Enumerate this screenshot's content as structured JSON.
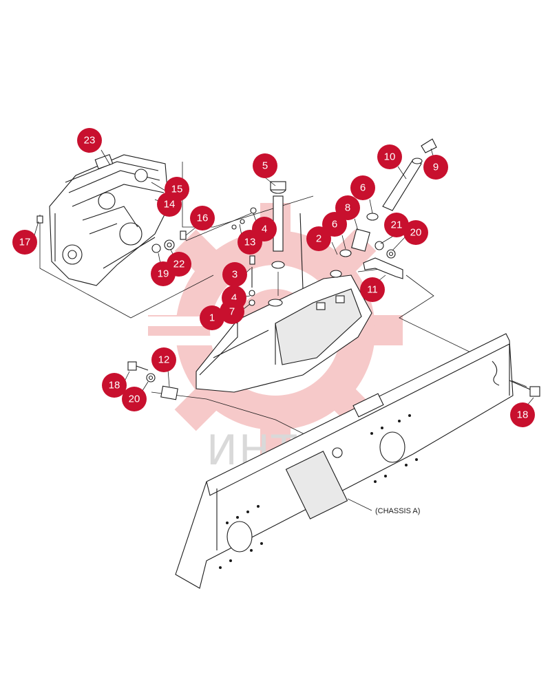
{
  "watermark": {
    "text": "ИНТЕХ",
    "gear_color": "#f6c9c9"
  },
  "chassis_label": "(CHASSIS A)",
  "callout_color": "#c8102e",
  "callouts": [
    {
      "id": "c23",
      "label": "23"
    },
    {
      "id": "c15",
      "label": "15"
    },
    {
      "id": "c14",
      "label": "14"
    },
    {
      "id": "c17",
      "label": "17"
    },
    {
      "id": "c16",
      "label": "16"
    },
    {
      "id": "c19",
      "label": "19"
    },
    {
      "id": "c22",
      "label": "22"
    },
    {
      "id": "c5",
      "label": "5"
    },
    {
      "id": "c4a",
      "label": "4"
    },
    {
      "id": "c13",
      "label": "13"
    },
    {
      "id": "c3",
      "label": "3"
    },
    {
      "id": "c4b",
      "label": "4"
    },
    {
      "id": "c7",
      "label": "7"
    },
    {
      "id": "c1",
      "label": "1"
    },
    {
      "id": "c10",
      "label": "10"
    },
    {
      "id": "c9",
      "label": "9"
    },
    {
      "id": "c6a",
      "label": "6"
    },
    {
      "id": "c8",
      "label": "8"
    },
    {
      "id": "c6b",
      "label": "6"
    },
    {
      "id": "c2",
      "label": "2"
    },
    {
      "id": "c21",
      "label": "21"
    },
    {
      "id": "c20a",
      "label": "20"
    },
    {
      "id": "c11",
      "label": "11"
    },
    {
      "id": "c12",
      "label": "12"
    },
    {
      "id": "c18a",
      "label": "18"
    },
    {
      "id": "c20b",
      "label": "20"
    },
    {
      "id": "c18b",
      "label": "18"
    }
  ]
}
